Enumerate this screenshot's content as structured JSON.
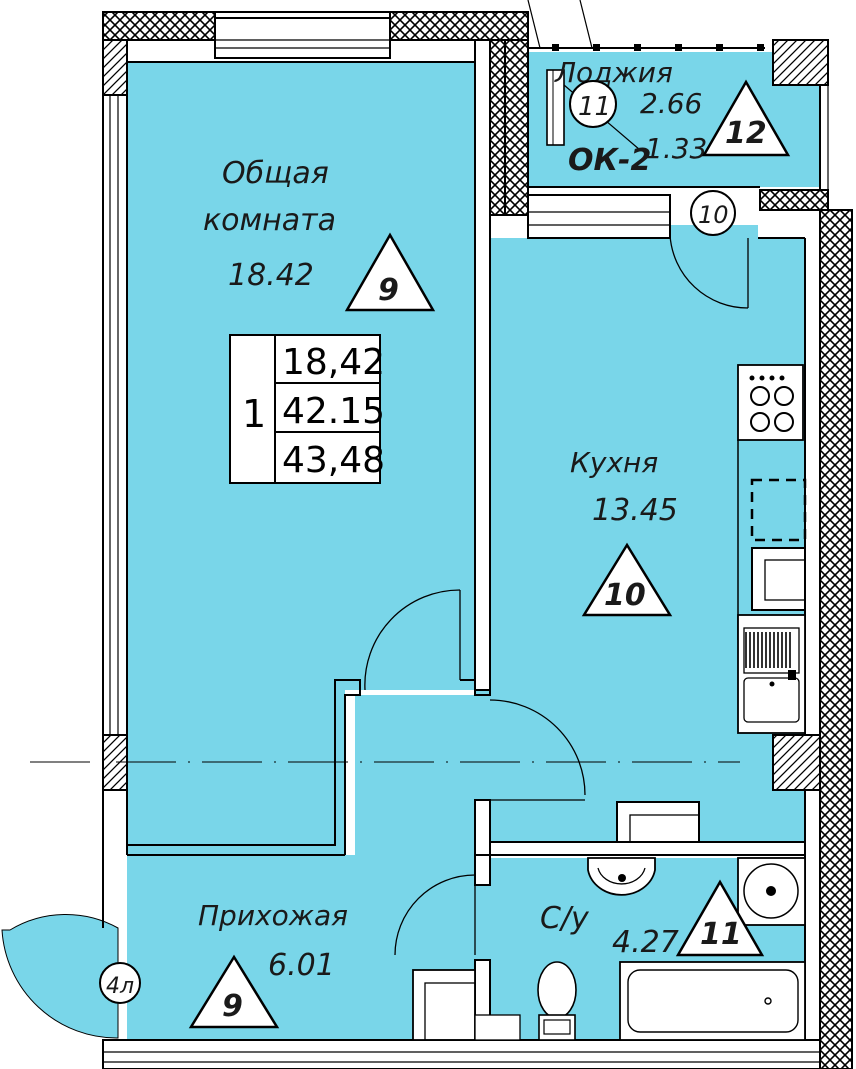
{
  "rooms": {
    "living": {
      "name_line1": "Общая",
      "name_line2": "комната",
      "area": "18.42",
      "marker": "9"
    },
    "kitchen": {
      "name": "Кухня",
      "area": "13.45",
      "marker": "10"
    },
    "hallway": {
      "name": "Прихожая",
      "area": "6.01",
      "marker": "9"
    },
    "bathroom": {
      "name": "С/у",
      "area": "4.27",
      "marker": "11"
    },
    "loggia": {
      "name": "Лоджия",
      "area": "2.66",
      "area2": "1.33",
      "marker": "12",
      "window": "ОК-2"
    }
  },
  "summary": {
    "rooms_count": "1",
    "living_area": "18,42",
    "total_area": "42.15",
    "total_with_loggia": "43,48"
  },
  "circles": {
    "loggia": "11",
    "kitchen_door": "10",
    "entrance": "4л"
  },
  "colors": {
    "room_fill": "#79d6e9",
    "wall": "#000000"
  }
}
